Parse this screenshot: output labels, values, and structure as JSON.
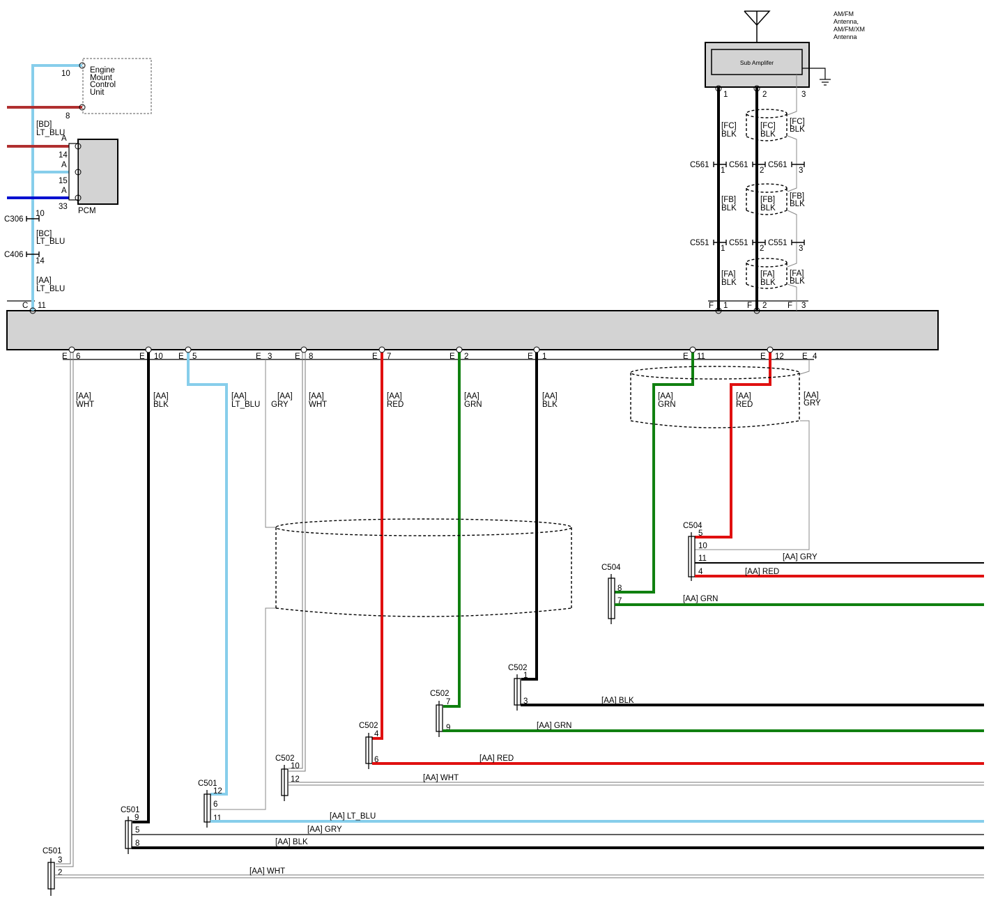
{
  "colors": {
    "lt_blu": "#87ceeb",
    "red": "#e01010",
    "dark_red": "#b03030",
    "grn": "#108010",
    "blk": "#000000",
    "blue": "#0010d0",
    "gry": "#888888",
    "wht_line": "#777777",
    "module_fill": "#d3d3d3"
  },
  "antenna": {
    "label_lines": [
      "AM/FM",
      "Antenna,",
      "AM/FM/XM",
      "Antenna"
    ],
    "icon": "antenna-icon"
  },
  "sub_amplifier": {
    "label": "Sub Amplifer",
    "pins": [
      "1",
      "2",
      "3"
    ],
    "ground_icon": "ground-icon"
  },
  "engine_mount": {
    "label_lines": [
      "Engine",
      "Mount",
      "Control",
      "Unit"
    ],
    "pins": [
      "10",
      "8"
    ]
  },
  "pcm": {
    "label": "PCM",
    "pins": [
      {
        "conn": "A",
        "pin": "14"
      },
      {
        "conn": "A",
        "pin": "15"
      },
      {
        "conn": "A",
        "pin": "33"
      }
    ]
  },
  "left_wires": {
    "bd_code": "[BD]",
    "bd_color": "LT_BLU",
    "bc_code": "[BC]",
    "bc_color": "LT_BLU",
    "aa_code": "[AA]",
    "aa_color": "LT_BLU",
    "c306": "C306",
    "c306_pin": "10",
    "c406": "C406",
    "c406_pin": "14",
    "bus_conn": "C",
    "bus_pin": "11"
  },
  "vertical_harness": {
    "wire_labels": [
      {
        "code": "[FC]",
        "color": "BLK"
      },
      {
        "code": "[FC]",
        "color": "BLK"
      },
      {
        "code": "[FC]",
        "color": "BLK"
      },
      {
        "code": "[FB]",
        "color": "BLK"
      },
      {
        "code": "[FB]",
        "color": "BLK"
      },
      {
        "code": "[FB]",
        "color": "BLK"
      },
      {
        "code": "[FA]",
        "color": "BLK"
      },
      {
        "code": "[FA]",
        "color": "BLK"
      },
      {
        "code": "[FA]",
        "color": "BLK"
      }
    ],
    "c561": [
      "C561",
      "C561",
      "C561"
    ],
    "c551": [
      "C551",
      "C551",
      "C551"
    ],
    "pins": [
      "1",
      "2",
      "3"
    ],
    "bus_conn": "F"
  },
  "bottom_pins": [
    {
      "conn": "E",
      "pin": "6"
    },
    {
      "conn": "E",
      "pin": "10"
    },
    {
      "conn": "E",
      "pin": "5"
    },
    {
      "conn": "E",
      "pin": "3"
    },
    {
      "conn": "E",
      "pin": "8"
    },
    {
      "conn": "E",
      "pin": "7"
    },
    {
      "conn": "E",
      "pin": "2"
    },
    {
      "conn": "E",
      "pin": "1"
    },
    {
      "conn": "E",
      "pin": "11"
    },
    {
      "conn": "E",
      "pin": "12"
    },
    {
      "conn": "E",
      "pin": "4"
    }
  ],
  "drop_labels": [
    {
      "code": "[AA]",
      "color": "WHT"
    },
    {
      "code": "[AA]",
      "color": "BLK"
    },
    {
      "code": "[AA]",
      "color": "LT_BLU"
    },
    {
      "code": "[AA]",
      "color": "GRY"
    },
    {
      "code": "[AA]",
      "color": "WHT"
    },
    {
      "code": "[AA]",
      "color": "RED"
    },
    {
      "code": "[AA]",
      "color": "GRN"
    },
    {
      "code": "[AA]",
      "color": "BLK"
    },
    {
      "code": "[AA]",
      "color": "GRN"
    },
    {
      "code": "[AA]",
      "color": "RED"
    },
    {
      "code": "[AA]",
      "color": "GRY"
    }
  ],
  "connectors": {
    "c504_top": {
      "name": "C504",
      "pins": [
        "5",
        "10",
        "11",
        "4"
      ]
    },
    "c504_bot": {
      "name": "C504",
      "pins": [
        "8",
        "7"
      ]
    },
    "c502_a": {
      "name": "C502",
      "pins": [
        "1",
        "3"
      ]
    },
    "c502_b": {
      "name": "C502",
      "pins": [
        "7",
        "9"
      ]
    },
    "c502_c": {
      "name": "C502",
      "pins": [
        "4",
        "6"
      ]
    },
    "c502_d": {
      "name": "C502",
      "pins": [
        "10",
        "12"
      ]
    },
    "c501_a": {
      "name": "C501",
      "pins": [
        "12",
        "6",
        "11"
      ]
    },
    "c501_b": {
      "name": "C501",
      "pins": [
        "9",
        "5",
        "8"
      ]
    },
    "c501_c": {
      "name": "C501",
      "pins": [
        "3",
        "2"
      ]
    }
  },
  "outgoing_labels": [
    "[AA]  GRY",
    "[AA]  RED",
    "[AA]  GRN",
    "[AA]  BLK",
    "[AA]  GRN",
    "[AA]  RED",
    "[AA]  WHT",
    "[AA]  LT_BLU",
    "[AA]  GRY",
    "[AA]  BLK",
    "[AA]  WHT"
  ]
}
